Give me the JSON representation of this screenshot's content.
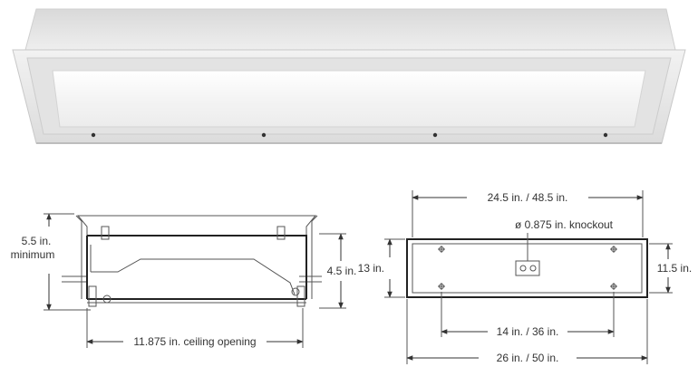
{
  "side_view": {
    "height_label_line1": "5.5 in.",
    "height_label_line2": "minimum",
    "inner_height_label": "4.5 in.",
    "ceiling_opening_label": "11.875 in. ceiling opening"
  },
  "top_view": {
    "length_label": "24.5 in. / 48.5 in.",
    "knockout_label": "ø 0.875 in. knockout",
    "height_label": "13 in.",
    "inner_height_label": "11.5 in.",
    "mounting_label": "14 in. / 36 in.",
    "overall_length_label": "26 in. / 50 in."
  },
  "colors": {
    "frame": "#e6e6e6",
    "lens": "#f5f5f5",
    "line": "#333333"
  }
}
